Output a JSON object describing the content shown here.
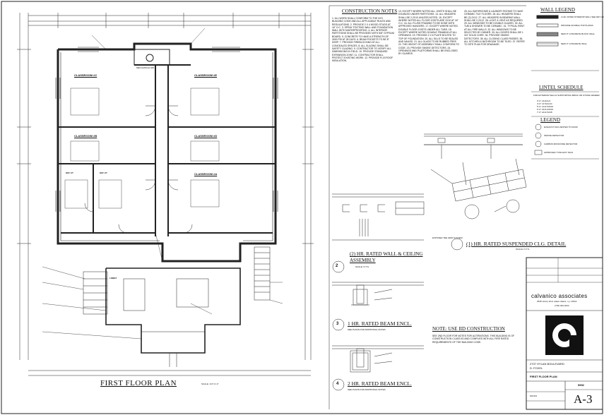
{
  "plan": {
    "title": "FIRST FLOOR PLAN",
    "scale": "SCALE: 1/4\"=1'-0\"",
    "rooms": [
      {
        "name": "CLASSROOM #C"
      },
      {
        "name": "CLASSROOM #E"
      },
      {
        "name": "CLASSROOM #B"
      },
      {
        "name": "CLASSROOM #D"
      },
      {
        "name": "CLASSROOM #A"
      },
      {
        "name": "OFF CT"
      },
      {
        "name": "OFF CT"
      },
      {
        "name": "LOBBY"
      }
    ],
    "mech": "MECHANICAL RM."
  },
  "notes": {
    "title": "CONSTRUCTION NOTES",
    "col1": "1. ALL WORK SHALL CONFORM TO THE NYC BUILDING CODE AND ALL APPLICABLE RULES AND REGULATIONS. 2. PROVIDE 2 X 4 WOOD STUDS AT 16\" O.C. 3. SPRAY FOOTING WALL AND FOUNDATION WALL WITH WATERPROOFING. 4. ALL INTERIOR PARTITIONS SHALL BE PROVIDED WITH 5/8\" GYPSUM BOARD. 5. CONCRETE TO HAVE A STRENGTH OF 3000 PSI AT 28 DAYS. 6. BEAM POCKETS TO BE 8\" DEEP. 7. PROVIDE FIREBLOCKING AT ALL CONCEALED SPACES. 8. ALL GLAZING SHALL BE SAFETY GLAZING. 9. CONTRACTOR TO VERIFY ALL DIMENSIONS IN FIELD. 10. PROVIDE STANDARD EXPANSION JOINT. 11. CONTRACTOR SHALL PROTECT EXISTING WORK. 12. PROVIDE R-19 ROOF INSULATION.",
    "col2": "13. EXCEPT WHERE NOTED ALL JOISTS SHALL BE DOUBLED UNDER PARTITIONS. 14. ALL HEADERS SHALL BE 2-2X10 UNLESS NOTED. 15. EXCEPT WHERE NOTED ALL FLOOR JOISTS ARE 2X10 AT 16\" O.C. 16. ALL FLUSH FRAMING TO BE DONE WITH APPROVED HANGERS. 17. EXCEPT WHERE NOTED DOUBLE FLOOR JOISTS UNDER ALL TUBS. 18. EXCEPT WHERE NOTED DOUBLE FRAMING AT ALL OPENINGS. 19. PROVIDE 2 X 6 PLATE BOLTED TO TOP OF FOUNDATION. 20. ALL SILLS TO BE SEALED AND NAILED. 21. ALL GLASS TO BE RUBBED FREE. 22. THE HEIGHT OF ASSEMBLY SHALL CONFORM TO CODE. 23. PROVIDE SMOKE DETECTORS. 24. OPENINGS AND PLATFORMS SHALL BE ENCLOSED BY GUARDS.",
    "col3": "25. ALL BATHROOMS & LAUNDRY ROOMS TO HAVE CERAMIC TILE FLOORS. 26. ALL HEADERS SHALL BE (2) 2X12. 27. ALL HEADERS IN BEARING WALL SHALL BE 2-2X12. 28. LIGHT & VENT AS REQUIRED. 29. ALL WINDOWS TO BE DOUBLE GLAZED. 30. ALL TUB & SHOWER TO BE CERAMIC. 31. TYPICAL RENT AT ALL FIRE WALLS. 32. ALL WINDOWS TO BE SELECTED BY OWNER. 33. ALL DOORS SHALL BE 1 3/4\" SOLID CORE. 34. PROVIDE SMOKE DETECTORS. 35. ALL CLOSING CLASS PASSES. 36. ALL KITCHEN & BATHROOM TO BE TILED. 37. REFER TO SITE PLAN FOR DRAINAGE."
  },
  "legend": {
    "wall_title": "WALL LEGEND",
    "wall_items": [
      "2 HR. RATED INTERIOR WALL SEE DET. #2",
      "PROVIDE DOUBLE TOP PLATES",
      "NEW 8\" CONCRETE BLOCK WALL",
      "NEW 6\" CONCRETE WALL"
    ],
    "lintel_title": "LINTEL SCHEDULE",
    "lintel_note": "FOR EXTERIOR WALLS SUPPORTING BRICK OR STONE VENEER",
    "lintel_rows": [
      "3'-0\"   L3x3x1/4",
      "4'-0\"   L3.5x3x1/4",
      "5'-0\"   L4x3.5x5/16",
      "6'-0\"   L5x3.5x5/16",
      "7'-0\"   L6x3.5x3/8"
    ],
    "legend_title": "LEGEND",
    "legend_items": [
      "EXHAUST FAN VENTED TO ROOF",
      "SMOKE DETECTOR",
      "CARBON MONOXIDE DETECTOR",
      "APPROVED TYPE EXIT SIGN"
    ]
  },
  "details": {
    "wall_assembly_num": "2",
    "wall_assembly_title": "(2) HR. RATED WALL & CEILING ASSEMBLY",
    "wall_assembly_scale": "SCALE: N.T.S.",
    "beam1_num": "3",
    "beam1_title": "1 HR. RATED BEAM ENCL.",
    "beam1_sub": "SEE PLANS FOR ADDITIONAL NOTES",
    "beam2_num": "4",
    "beam2_title": "2 HR. RATED BEAM ENCL.",
    "beam2_sub": "SEE PLANS FOR ADDITIONAL NOTES",
    "ceiling_num": "1",
    "ceiling_title": "(1) HR. RATED SUSPENDED CLG. DETAIL",
    "ceiling_scale": "SCALE: N.T.S.",
    "ceiling_sub": "EXPOSED TEE GRID SYSTEM",
    "note_title": "NOTE: USE IID CONSTRUCTION",
    "note_body": "SEE 2ND FLOOR FOR NOTES FOR ALTERATIONS. THIS BUILDING IS OF CONSTRUCTION CLASS IID AND COMPLIES WITH ALL FIRE RATED REQUIREMENTS OF THE BUILDING CODE."
  },
  "title_block": {
    "firm": "calvanico associates",
    "address": "2535 victory blvd. staten island, n.y. 10314",
    "phone": "(718) 494-0444",
    "project": "2707 HYLAN BOULEVARD",
    "owner": "D. FOXEL",
    "drawing_title": "FIRST FLOOR PLAN",
    "job_no": "5992",
    "sheet": "A-3",
    "date": "6/01/04"
  }
}
